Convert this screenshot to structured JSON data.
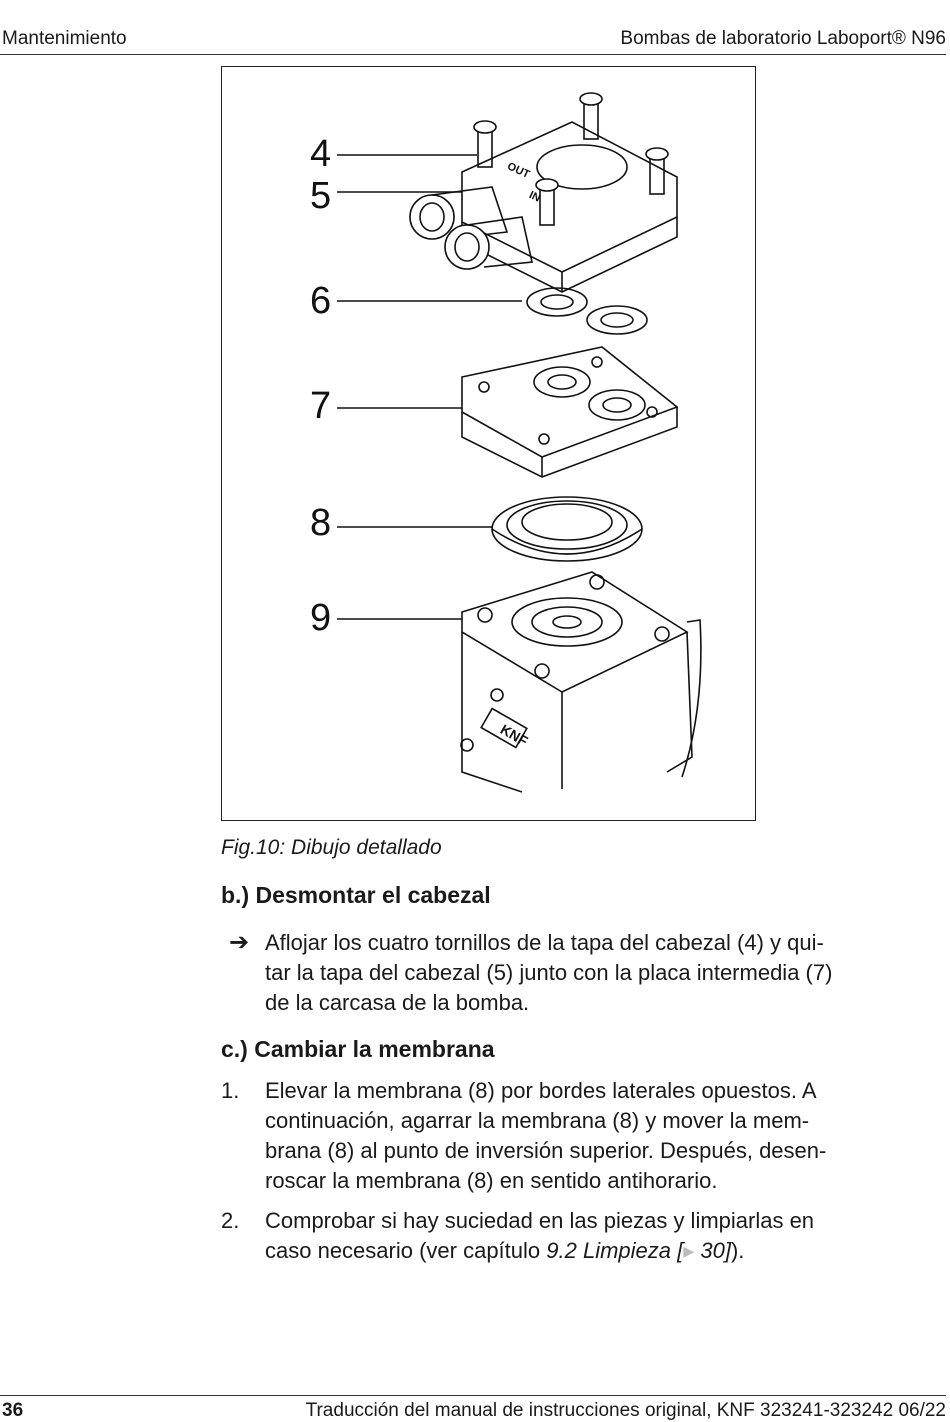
{
  "header": {
    "left": "Mantenimiento",
    "right": "Bombas de laboratorio Laboport® N96"
  },
  "figure": {
    "callouts": [
      "4",
      "5",
      "6",
      "7",
      "8",
      "9"
    ],
    "lid_marks": [
      "OUT",
      "IN"
    ],
    "brand_mark": "KNF"
  },
  "caption": "Fig.10: Dibujo detallado",
  "section_b": {
    "title": "b.) Desmontar el cabezal",
    "arrow_glyph": "➔",
    "lines": [
      "Aflojar los cuatro tornillos de la tapa del cabezal (4) y qui-",
      "tar la tapa del cabezal (5) junto con la placa intermedia (7)",
      "de la carcasa de la bomba."
    ]
  },
  "section_c": {
    "title": "c.) Cambiar la membrana",
    "items": [
      {
        "num": "1.",
        "lines": [
          "Elevar la membrana (8) por bordes laterales opuestos. A",
          "continuación, agarrar la membrana (8) y mover la mem-",
          "brana (8) al punto de inversión superior. Después, desen-",
          "roscar la membrana (8) en sentido antihorario."
        ]
      },
      {
        "num": "2.",
        "line1": "Comprobar si hay suciedad en las piezas y limpiarlas en",
        "line2_prefix": "caso necesario (ver capítulo ",
        "xref_text": "9.2 Limpieza [",
        "xref_arrow": "▸",
        "xref_page": " 30]",
        "line2_suffix": ")."
      }
    ]
  },
  "footer": {
    "page": "36",
    "right": "Traducción del manual de instrucciones original, KNF 323241-323242 06/22"
  }
}
